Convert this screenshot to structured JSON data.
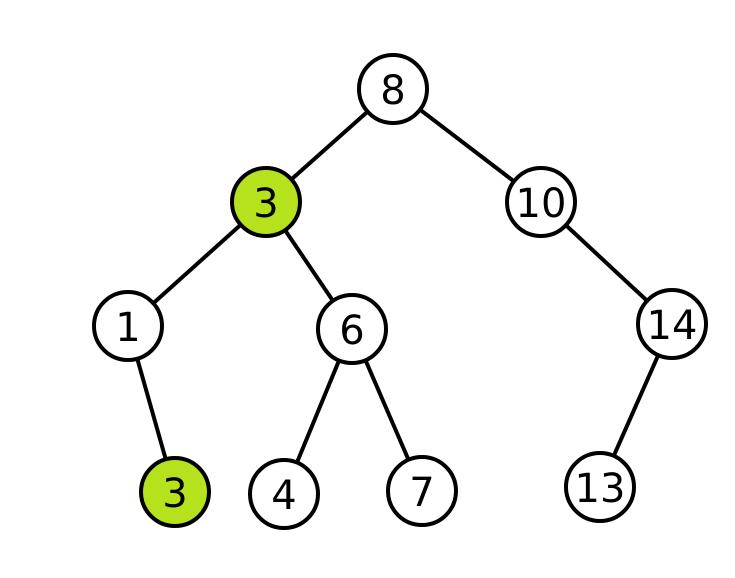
{
  "colors": {
    "default_fill": "#ffffff",
    "highlight_fill": "#b5e21c",
    "stroke": "#000000"
  },
  "tree": {
    "nodes": [
      {
        "id": "n8",
        "label": "8",
        "highlighted": false
      },
      {
        "id": "n3a",
        "label": "3",
        "highlighted": true
      },
      {
        "id": "n10",
        "label": "10",
        "highlighted": false
      },
      {
        "id": "n1",
        "label": "1",
        "highlighted": false
      },
      {
        "id": "n6",
        "label": "6",
        "highlighted": false
      },
      {
        "id": "n14",
        "label": "14",
        "highlighted": false
      },
      {
        "id": "n3b",
        "label": "3",
        "highlighted": true
      },
      {
        "id": "n4",
        "label": "4",
        "highlighted": false
      },
      {
        "id": "n7",
        "label": "7",
        "highlighted": false
      },
      {
        "id": "n13",
        "label": "13",
        "highlighted": false
      }
    ],
    "edges": [
      {
        "from": "n8",
        "to": "n3a"
      },
      {
        "from": "n8",
        "to": "n10"
      },
      {
        "from": "n3a",
        "to": "n1"
      },
      {
        "from": "n3a",
        "to": "n6"
      },
      {
        "from": "n10",
        "to": "n14"
      },
      {
        "from": "n1",
        "to": "n3b"
      },
      {
        "from": "n6",
        "to": "n4"
      },
      {
        "from": "n6",
        "to": "n7"
      },
      {
        "from": "n14",
        "to": "n13"
      }
    ]
  }
}
